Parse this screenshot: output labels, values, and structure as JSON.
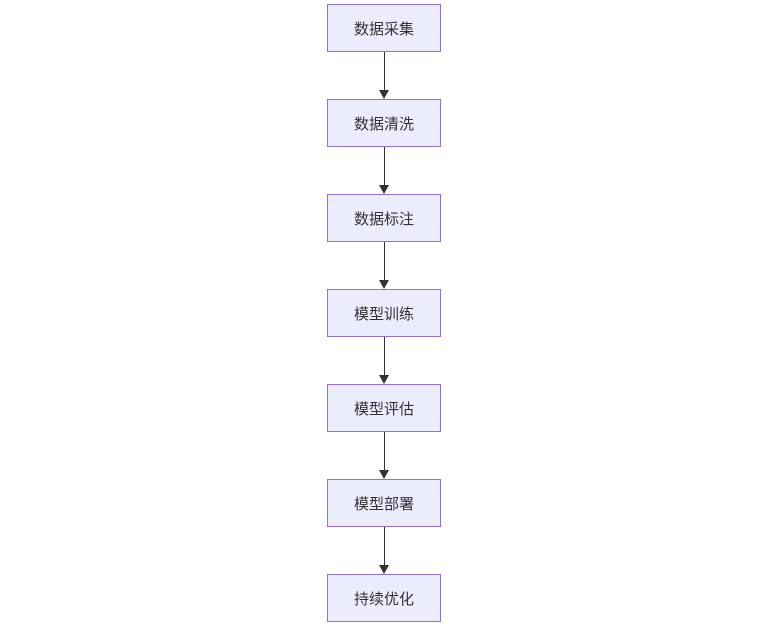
{
  "diagram": {
    "type": "flowchart-vertical",
    "nodes": [
      {
        "id": "n1",
        "label": "数据采集"
      },
      {
        "id": "n2",
        "label": "数据清洗"
      },
      {
        "id": "n3",
        "label": "数据标注"
      },
      {
        "id": "n4",
        "label": "模型训练"
      },
      {
        "id": "n5",
        "label": "模型评估"
      },
      {
        "id": "n6",
        "label": "模型部署"
      },
      {
        "id": "n7",
        "label": "持续优化"
      }
    ],
    "edges": [
      {
        "from": "n1",
        "to": "n2"
      },
      {
        "from": "n2",
        "to": "n3"
      },
      {
        "from": "n3",
        "to": "n4"
      },
      {
        "from": "n4",
        "to": "n5"
      },
      {
        "from": "n5",
        "to": "n6"
      },
      {
        "from": "n6",
        "to": "n7"
      }
    ],
    "colors": {
      "node_fill": "#ECECFF",
      "node_border": "#9370DB",
      "node_text": "#333333",
      "edge_stroke": "#333333",
      "background": "#FFFFFF"
    }
  }
}
